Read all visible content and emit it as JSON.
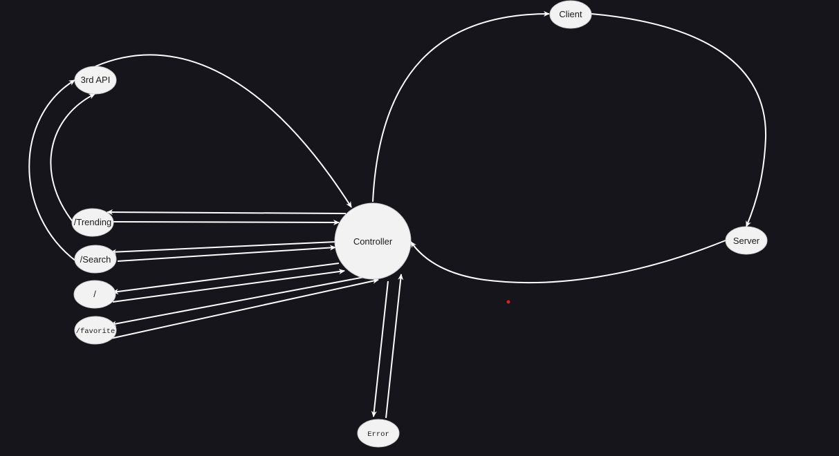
{
  "diagram": {
    "nodes": {
      "client": {
        "label": "Client"
      },
      "server": {
        "label": "Server"
      },
      "controller": {
        "label": "Controller"
      },
      "third_api": {
        "label": "3rd API"
      },
      "trending": {
        "label": "/Trending"
      },
      "search": {
        "label": "/Search"
      },
      "root": {
        "label": "/"
      },
      "favorite": {
        "label": "/favorite"
      },
      "error": {
        "label": "Error"
      }
    },
    "edges": [
      {
        "from": "controller",
        "to": "client"
      },
      {
        "from": "client",
        "to": "server"
      },
      {
        "from": "server",
        "to": "controller"
      },
      {
        "from": "third_api",
        "to": "controller"
      },
      {
        "from": "controller",
        "to": "trending"
      },
      {
        "from": "trending",
        "to": "controller"
      },
      {
        "from": "controller",
        "to": "search"
      },
      {
        "from": "search",
        "to": "controller"
      },
      {
        "from": "controller",
        "to": "root"
      },
      {
        "from": "root",
        "to": "controller"
      },
      {
        "from": "controller",
        "to": "favorite"
      },
      {
        "from": "favorite",
        "to": "controller"
      },
      {
        "from": "trending",
        "to": "third_api"
      },
      {
        "from": "search",
        "to": "third_api"
      },
      {
        "from": "controller",
        "to": "error"
      },
      {
        "from": "error",
        "to": "controller"
      }
    ],
    "colors": {
      "background": "#17151c",
      "edge": "#ffffff",
      "node_fill": "#f2f2f2",
      "node_text": "#1a1a1a",
      "marker_dot": "#e02020"
    }
  }
}
